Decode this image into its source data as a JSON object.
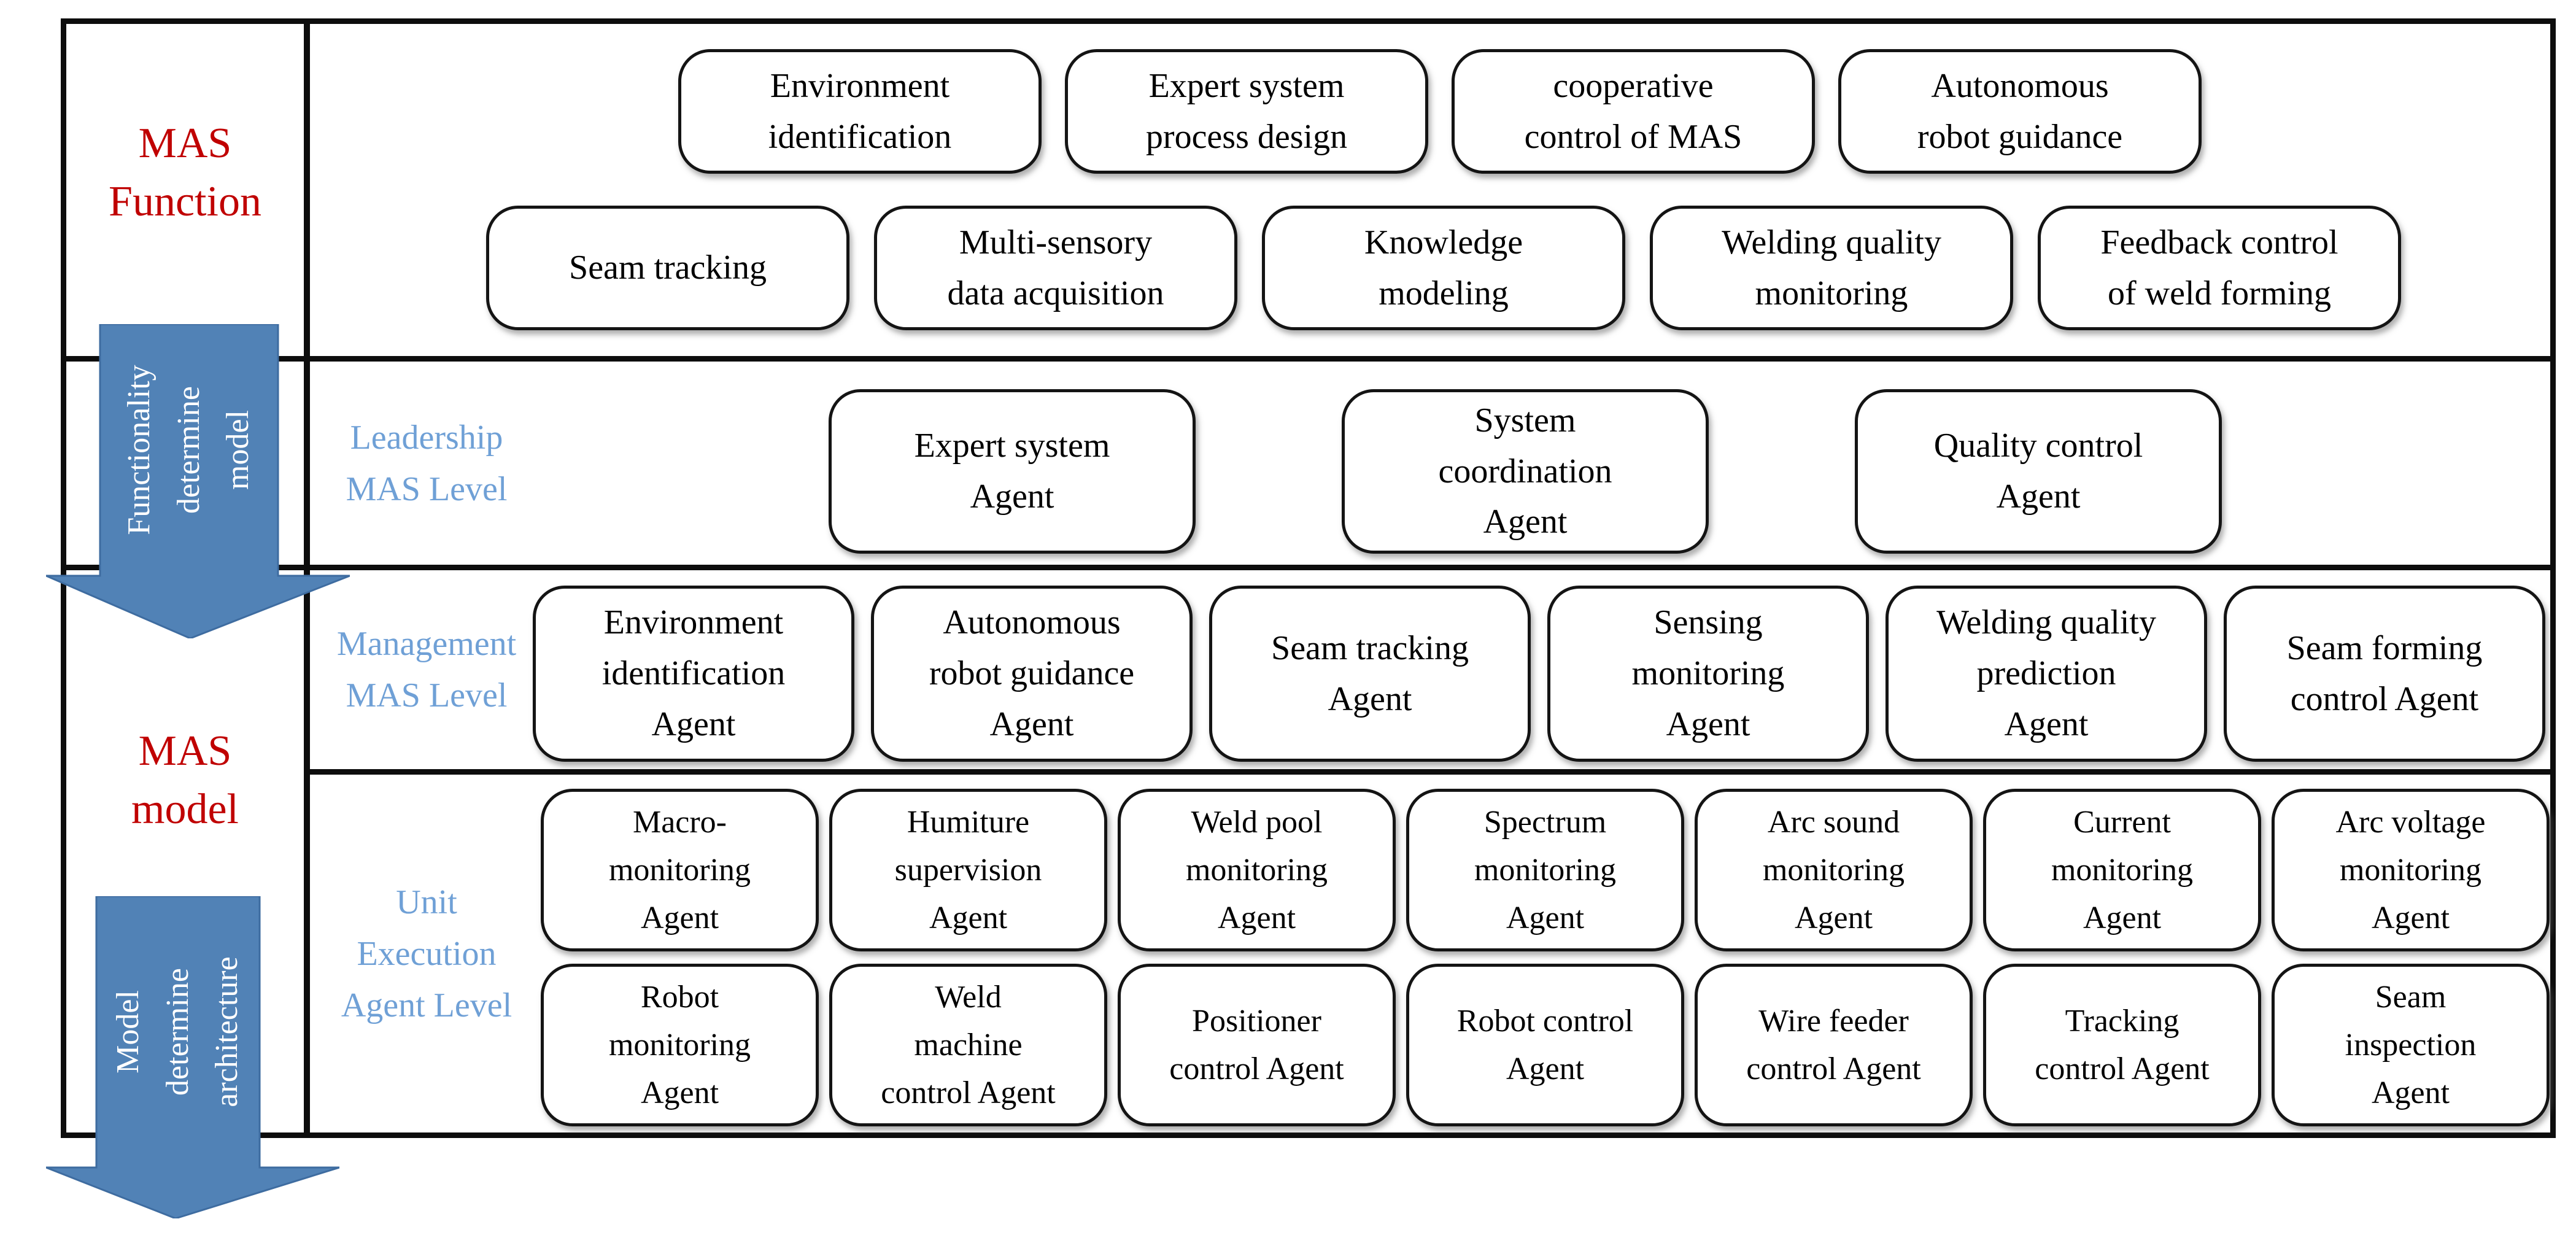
{
  "diagram": {
    "left_panel": {
      "function_label": "MAS\nFunction",
      "model_label": "MAS\nmodel",
      "arrow_top": {
        "line1": "Functionality",
        "line2": "determine",
        "line3": "model"
      },
      "arrow_bottom": {
        "line1": "Model",
        "line2": "determine",
        "line3": "architecture"
      }
    },
    "function_band": {
      "row1": [
        "Environment\nidentification",
        "Expert system\nprocess design",
        "cooperative\ncontrol of MAS",
        "Autonomous\nrobot guidance"
      ],
      "row2": [
        "Seam tracking",
        "Multi-sensory\ndata acquisition",
        "Knowledge\nmodeling",
        "Welding quality\nmonitoring",
        "Feedback control\nof weld forming"
      ]
    },
    "leadership": {
      "label": "Leadership\nMAS Level",
      "boxes": [
        "Expert system\nAgent",
        "System\ncoordination\nAgent",
        "Quality control\nAgent"
      ]
    },
    "management": {
      "label": "Management\nMAS Level",
      "boxes": [
        "Environment\nidentification\nAgent",
        "Autonomous\nrobot guidance\nAgent",
        "Seam tracking\nAgent",
        "Sensing\nmonitoring\nAgent",
        "Welding quality\nprediction\nAgent",
        "Seam forming\ncontrol Agent"
      ]
    },
    "unit": {
      "label": "Unit\nExecution\nAgent Level",
      "row1": [
        "Macro-\nmonitoring\nAgent",
        "Humiture\nsupervision\nAgent",
        "Weld pool\nmonitoring\nAgent",
        "Spectrum\nmonitoring\nAgent",
        "Arc sound\nmonitoring\nAgent",
        "Current\nmonitoring\nAgent",
        "Arc voltage\nmonitoring\nAgent"
      ],
      "row2": [
        "Robot\nmonitoring\nAgent",
        "Weld\nmachine\ncontrol Agent",
        "Positioner\ncontrol Agent",
        "Robot control\nAgent",
        "Wire feeder\ncontrol Agent",
        "Tracking\ncontrol Agent",
        "Seam\ninspection\nAgent"
      ]
    },
    "colors": {
      "heading_red": "#C00000",
      "level_label_blue": "#6FA0D6",
      "arrow_blue": "#5182B6",
      "border_black": "#0d0d0d"
    }
  }
}
